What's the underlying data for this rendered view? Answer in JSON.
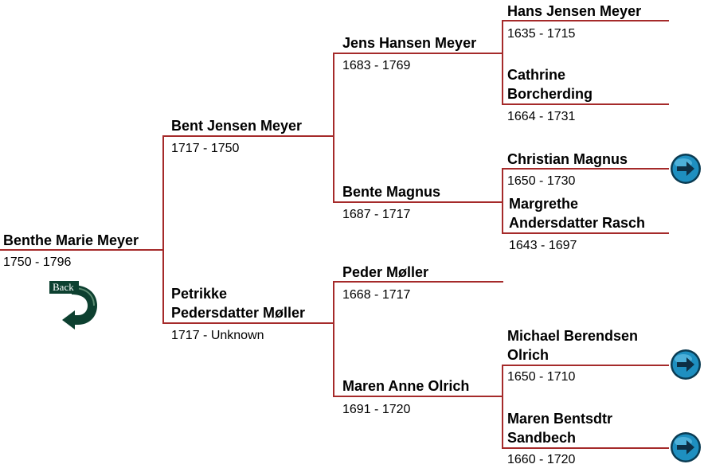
{
  "back_label": "Back",
  "colors": {
    "line": "#a52a2a",
    "arrow": "#1e8fc0",
    "back": "#0d4030"
  },
  "people": {
    "root": {
      "name": "Benthe Marie Meyer",
      "dates": "1750 - 1796"
    },
    "father": {
      "name": "Bent Jensen Meyer",
      "dates": "1717 - 1750"
    },
    "mother": {
      "name": "Petrikke\nPedersdatter Møller",
      "dates": "1717 - Unknown"
    },
    "ff": {
      "name": "Jens Hansen Meyer",
      "dates": "1683 - 1769"
    },
    "fm": {
      "name": "Bente Magnus",
      "dates": "1687 - 1717"
    },
    "mf": {
      "name": "Peder Møller",
      "dates": "1668 - 1717"
    },
    "mm": {
      "name": "Maren Anne Olrich",
      "dates": "1691 - 1720"
    },
    "fff": {
      "name": "Hans Jensen Meyer",
      "dates": "1635 - 1715"
    },
    "ffm": {
      "name": "Cathrine\nBorcherding",
      "dates": "1664 - 1731"
    },
    "fmf": {
      "name": "Christian Magnus",
      "dates": "1650 - 1730"
    },
    "fmm": {
      "name": "Margrethe\nAndersdatter Rasch",
      "dates": "1643 - 1697"
    },
    "mmf": {
      "name": "Michael Berendsen\nOlrich",
      "dates": "1650 - 1710"
    },
    "mmm": {
      "name": "Maren Bentsdtr\nSandbech",
      "dates": "1660 - 1720"
    }
  },
  "icons": {
    "arrow": "right-arrow-icon",
    "back": "back-arrow-icon"
  }
}
